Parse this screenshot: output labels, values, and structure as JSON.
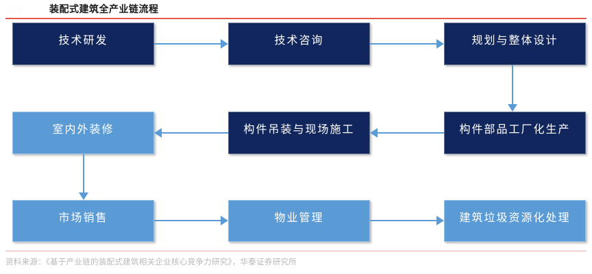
{
  "header": {
    "figure_label": "图表3:",
    "title": "装配式建筑全产业链流程",
    "rule_color": "#e8554a"
  },
  "footer": {
    "source": "资料来源：《基于产业链的装配式建筑相关企业核心竞争力研究》，华泰证券研究所"
  },
  "palette": {
    "node_dark": "#10265c",
    "node_light": "#5b9bd5",
    "connector": "#5b9bd5",
    "node_text": "#ffffff"
  },
  "chart_data": {
    "type": "diagram",
    "title": "装配式建筑全产业链流程",
    "nodes": [
      {
        "id": "n1",
        "label": "技术研发",
        "row": 1,
        "col": "a",
        "style": "dark"
      },
      {
        "id": "n2",
        "label": "技术咨询",
        "row": 1,
        "col": "b",
        "style": "dark"
      },
      {
        "id": "n3",
        "label": "规划与整体设计",
        "row": 1,
        "col": "c",
        "style": "dark"
      },
      {
        "id": "n4",
        "label": "室内外装修",
        "row": 2,
        "col": "a",
        "style": "light"
      },
      {
        "id": "n5",
        "label": "构件吊装与现场施工",
        "row": 2,
        "col": "b",
        "style": "dark"
      },
      {
        "id": "n6",
        "label": "构件部品工厂化生产",
        "row": 2,
        "col": "c",
        "style": "dark"
      },
      {
        "id": "n7",
        "label": "市场销售",
        "row": 3,
        "col": "a",
        "style": "light"
      },
      {
        "id": "n8",
        "label": "物业管理",
        "row": 3,
        "col": "b",
        "style": "light"
      },
      {
        "id": "n9",
        "label": "建筑垃圾资源化处理",
        "row": 3,
        "col": "c",
        "style": "light"
      }
    ],
    "edges": [
      {
        "from": "n1",
        "to": "n2",
        "direction": "right"
      },
      {
        "from": "n2",
        "to": "n3",
        "direction": "right"
      },
      {
        "from": "n3",
        "to": "n6",
        "direction": "down"
      },
      {
        "from": "n6",
        "to": "n5",
        "direction": "left"
      },
      {
        "from": "n5",
        "to": "n4",
        "direction": "left"
      },
      {
        "from": "n4",
        "to": "n7",
        "direction": "down"
      },
      {
        "from": "n7",
        "to": "n8",
        "direction": "right"
      },
      {
        "from": "n8",
        "to": "n9",
        "direction": "right"
      }
    ]
  }
}
